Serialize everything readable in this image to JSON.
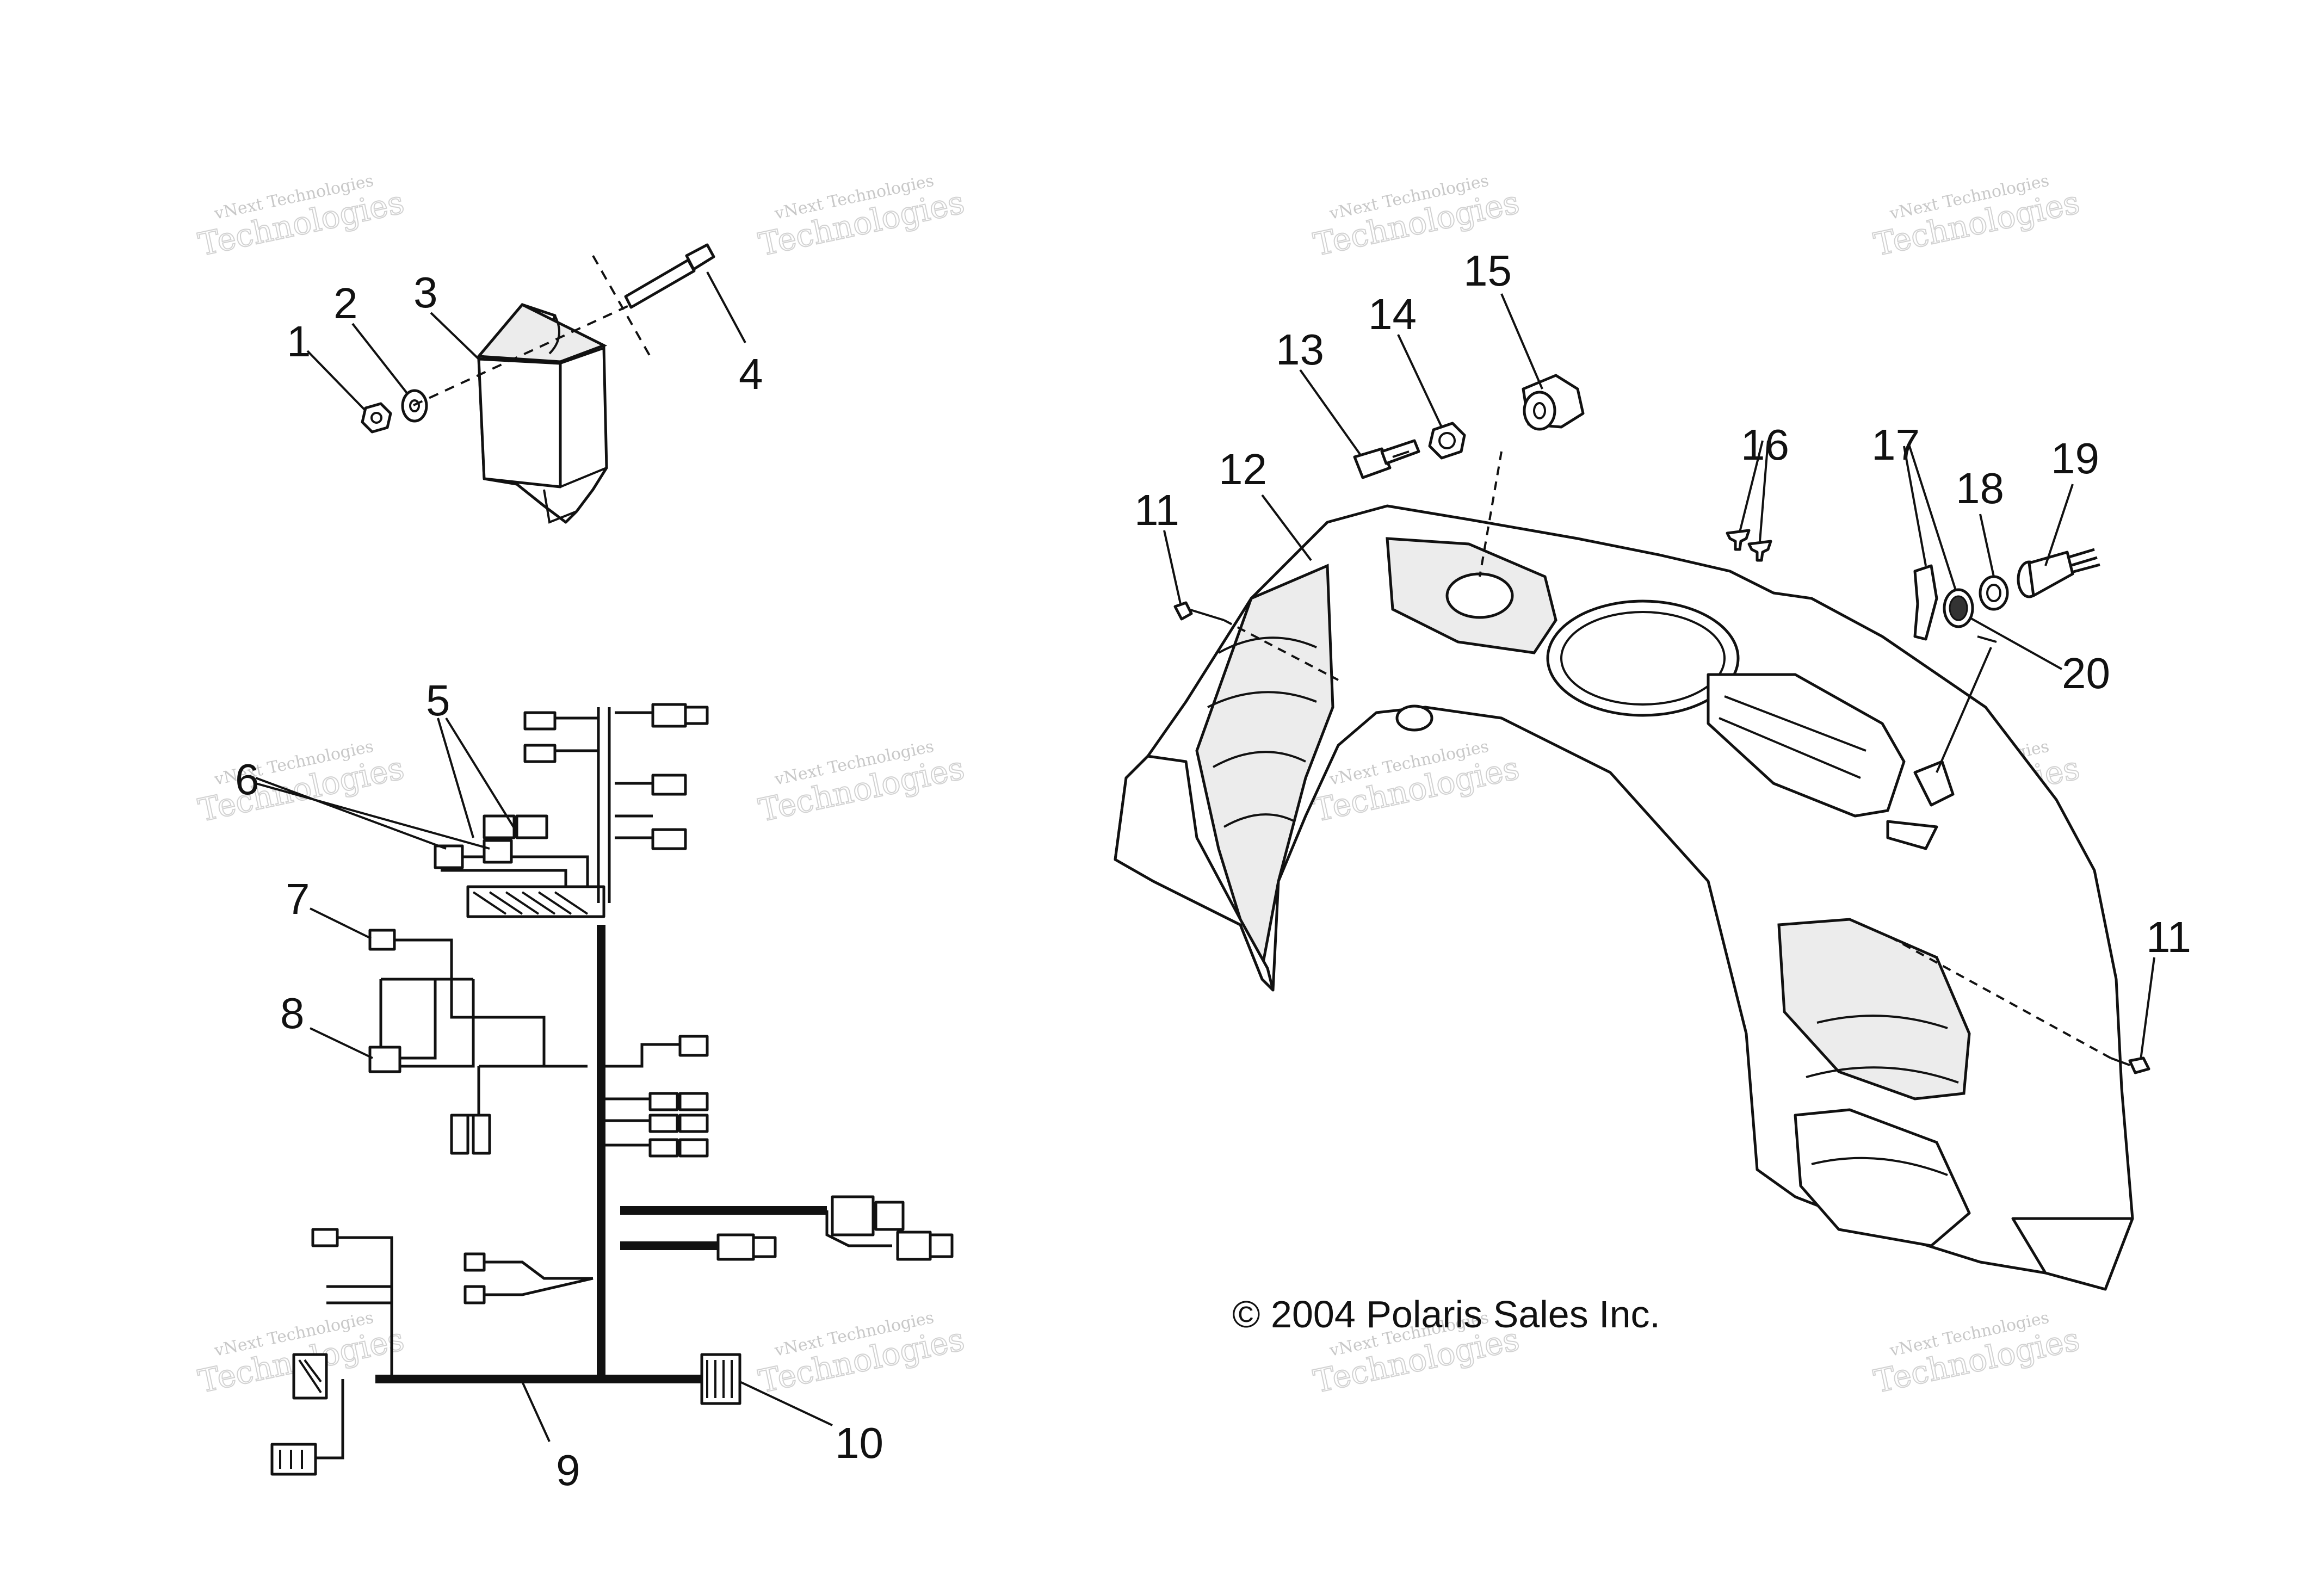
{
  "callouts": {
    "c1": "1",
    "c2": "2",
    "c3": "3",
    "c4": "4",
    "c5": "5",
    "c6": "6",
    "c7": "7",
    "c8": "8",
    "c9": "9",
    "c10": "10",
    "c11a": "11",
    "c11b": "11",
    "c12": "12",
    "c13": "13",
    "c14": "14",
    "c15": "15",
    "c16": "16",
    "c17": "17",
    "c18": "18",
    "c19": "19",
    "c20": "20"
  },
  "copyright": "© 2004 Polaris Sales Inc.",
  "watermark": {
    "line1": "vNext Technologies",
    "line2": "vNext",
    "line3": "Technologies"
  }
}
